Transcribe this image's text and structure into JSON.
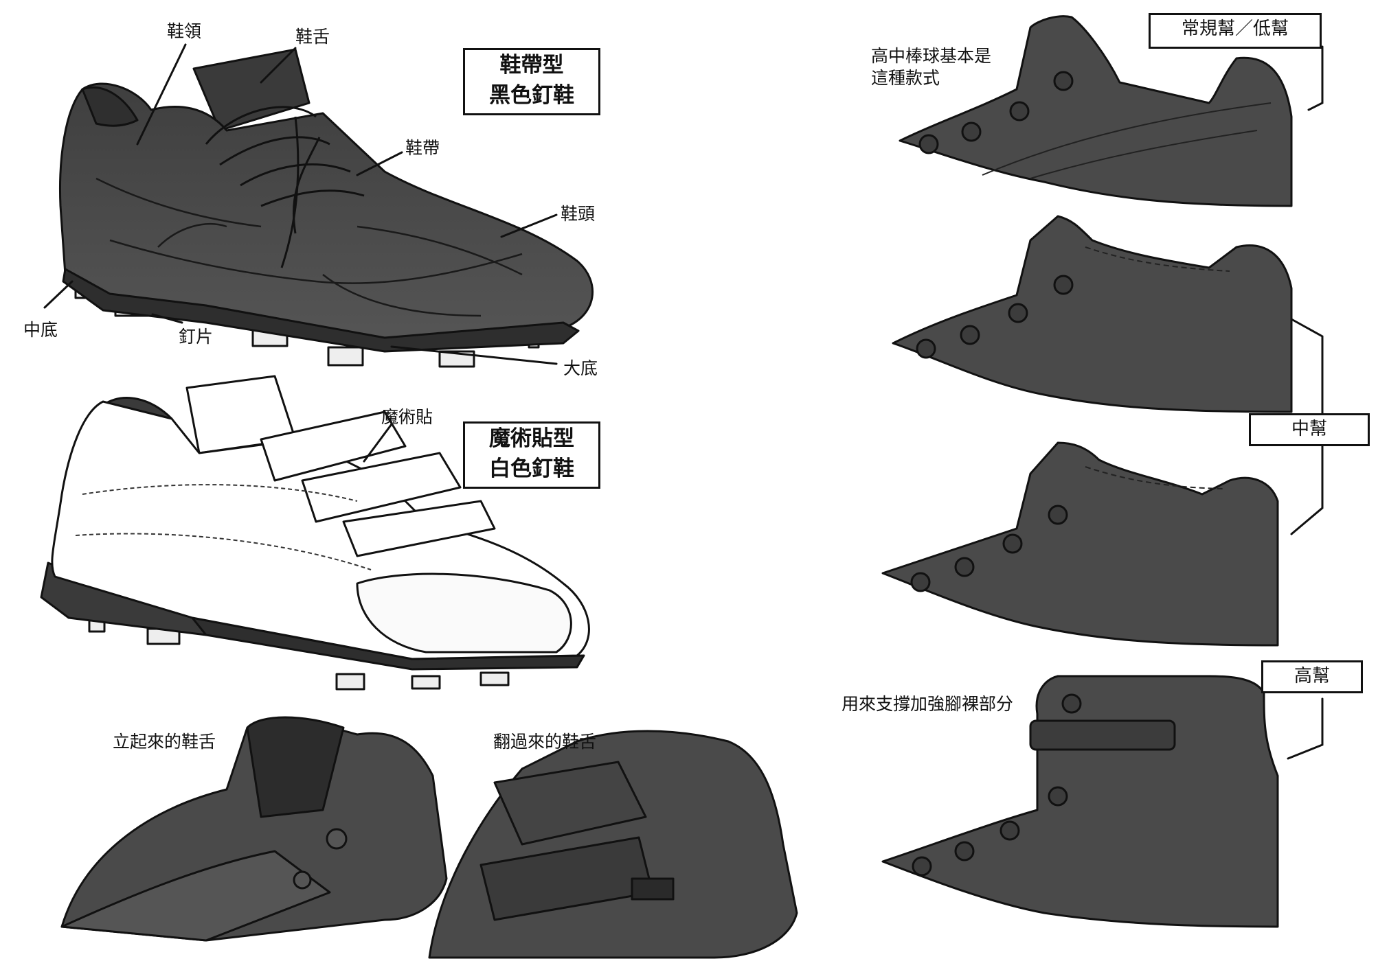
{
  "cleat_parts": {
    "collar": "鞋領",
    "tongue": "鞋舌",
    "laces": "鞋帶",
    "toe_box": "鞋頭",
    "midsole": "中底",
    "spike_plate": "釘片",
    "outsole": "大底"
  },
  "lace_type_title": "鞋帶型\n黑色釘鞋",
  "velcro": {
    "label": "魔術貼",
    "title": "魔術貼型\n白色釘鞋"
  },
  "tongue_variants": {
    "raised": "立起來的鞋舌",
    "folded": "翻過來的鞋舌"
  },
  "heights": {
    "low_label": "常規幫／低幫",
    "low_note": "高中棒球基本是\n這種款式",
    "mid_label": "中幫",
    "high_label": "高幫",
    "high_note": "用來支撐加強腳裸部分"
  },
  "colors": {
    "shoe_dark": "#4a4a4a",
    "shoe_shade": "#333333",
    "white_shoe": "#ffffff",
    "line": "#111111"
  }
}
